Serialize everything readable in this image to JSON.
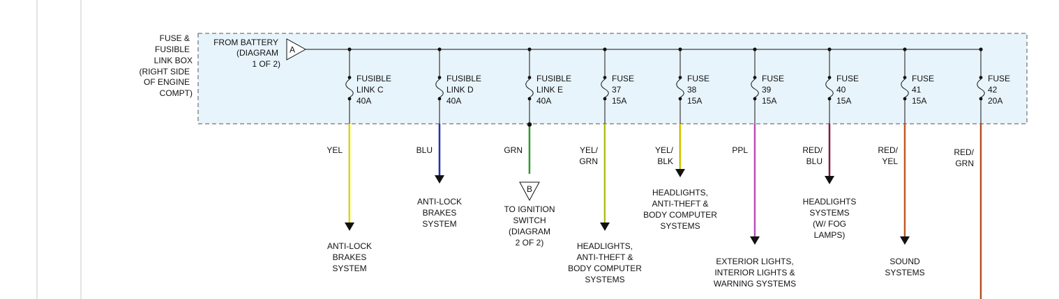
{
  "box": {
    "label": [
      "FUSE &",
      "FUSIBLE",
      "LINK BOX",
      "(RIGHT SIDE",
      "OF ENGINE",
      "COMPT)"
    ],
    "fill": "#e8f4fb",
    "border": "#555555"
  },
  "source": {
    "label": [
      "FROM BATTERY",
      "(DIAGRAM",
      "1 OF 2)"
    ],
    "connector": "A"
  },
  "wire_colors": {
    "YEL": "#f2f200",
    "BLU": "#1f35b8",
    "GRN": "#2ea82e",
    "YEL/GRN": "#c6d400",
    "YEL/BLK": "#e4d000",
    "PPL": "#d94bd6",
    "RED/BLU": "#8b1a45",
    "RED/YEL": "#dd5e16",
    "RED/GRN": "#d2521a"
  },
  "circuits": [
    {
      "fuse": [
        "FUSIBLE",
        "LINK C",
        "40A"
      ],
      "type": "link",
      "wire": [
        "YEL"
      ],
      "color_key": "YEL",
      "load": [
        "ANTI-LOCK",
        "BRAKES",
        "SYSTEM"
      ]
    },
    {
      "fuse": [
        "FUSIBLE",
        "LINK D",
        "40A"
      ],
      "type": "link",
      "wire": [
        "BLU"
      ],
      "color_key": "BLU",
      "load": [
        "ANTI-LOCK",
        "BRAKES",
        "SYSTEM"
      ]
    },
    {
      "fuse": [
        "FUSIBLE",
        "LINK E",
        "40A"
      ],
      "type": "link",
      "wire": [
        "GRN"
      ],
      "color_key": "GRN",
      "load": [
        "TO IGNITION",
        "SWITCH",
        "(DIAGRAM",
        "2 OF 2)"
      ],
      "connector": "B"
    },
    {
      "fuse": [
        "FUSE",
        "37",
        "15A"
      ],
      "type": "fuse",
      "wire": [
        "YEL/",
        "GRN"
      ],
      "color_key": "YEL/GRN",
      "load": [
        "HEADLIGHTS,",
        "ANTI-THEFT &",
        "BODY COMPUTER",
        "SYSTEMS"
      ]
    },
    {
      "fuse": [
        "FUSE",
        "38",
        "15A"
      ],
      "type": "fuse",
      "wire": [
        "YEL/",
        "BLK"
      ],
      "color_key": "YEL/BLK",
      "load": [
        "HEADLIGHTS,",
        "ANTI-THEFT &",
        "BODY COMPUTER",
        "SYSTEMS"
      ]
    },
    {
      "fuse": [
        "FUSE",
        "39",
        "15A"
      ],
      "type": "fuse",
      "wire": [
        "PPL"
      ],
      "color_key": "PPL",
      "load": [
        "EXTERIOR LIGHTS,",
        "INTERIOR LIGHTS &",
        "WARNING SYSTEMS"
      ]
    },
    {
      "fuse": [
        "FUSE",
        "40",
        "15A"
      ],
      "type": "fuse",
      "wire": [
        "RED/",
        "BLU"
      ],
      "color_key": "RED/BLU",
      "load": [
        "HEADLIGHTS",
        "SYSTEMS",
        "(W/ FOG",
        "LAMPS)"
      ]
    },
    {
      "fuse": [
        "FUSE",
        "41",
        "15A"
      ],
      "type": "fuse",
      "wire": [
        "RED/",
        "YEL"
      ],
      "color_key": "RED/YEL",
      "load": [
        "SOUND",
        "SYSTEMS"
      ]
    },
    {
      "fuse": [
        "FUSE",
        "42",
        "20A"
      ],
      "type": "fuse",
      "wire": [
        "RED/",
        "GRN"
      ],
      "color_key": "RED/GRN",
      "load": []
    }
  ]
}
